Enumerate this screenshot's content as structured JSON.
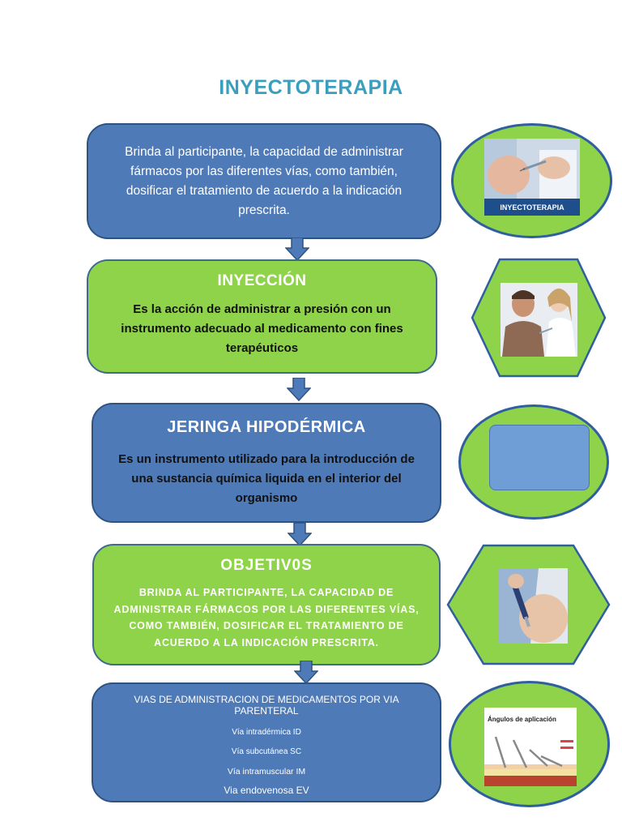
{
  "title": "INYECTOTERAPIA",
  "boxes": {
    "intro": {
      "text": "Brinda al participante, la capacidad de administrar fármacos por las diferentes vías, como también, dosificar el tratamiento de acuerdo a la indicación prescrita."
    },
    "inyeccion": {
      "heading": "INYECCIÓN",
      "text": "Es la acción de administrar a presión con un instrumento adecuado al medicamento con fines terapéuticos"
    },
    "jeringa": {
      "heading": "JERINGA HIPODÉRMICA",
      "text": "Es un instrumento utilizado para la introducción de una sustancia química liquida en el interior del organismo"
    },
    "objetivos": {
      "heading": "OBJETIV0S",
      "text": "BRINDA AL PARTICIPANTE, LA CAPACIDAD DE ADMINISTRAR FÁRMACOS POR LAS DIFERENTES VÍAS, COMO TAMBIÉN, DOSIFICAR EL TRATAMIENTO DE ACUERDO A LA INDICACIÓN PRESCRITA."
    },
    "vias": {
      "heading": "VIAS DE ADMINISTRACION DE MEDICAMENTOS POR VIA PARENTERAL",
      "items": [
        "Vía intradérmica ID",
        "Vía subcutánea SC",
        "Vía intramuscular IM",
        "Via endovenosa EV"
      ]
    }
  },
  "images": {
    "inyectoterapia_banner": "INYECTOTERAPIA",
    "angulos_title": "Ángulos de aplicación"
  },
  "colors": {
    "title": "#3a9fbf",
    "blue_box": "#4f7ab8",
    "green_box": "#8fd34a",
    "border": "#2f5380",
    "arrow": "#4f7ab8"
  }
}
